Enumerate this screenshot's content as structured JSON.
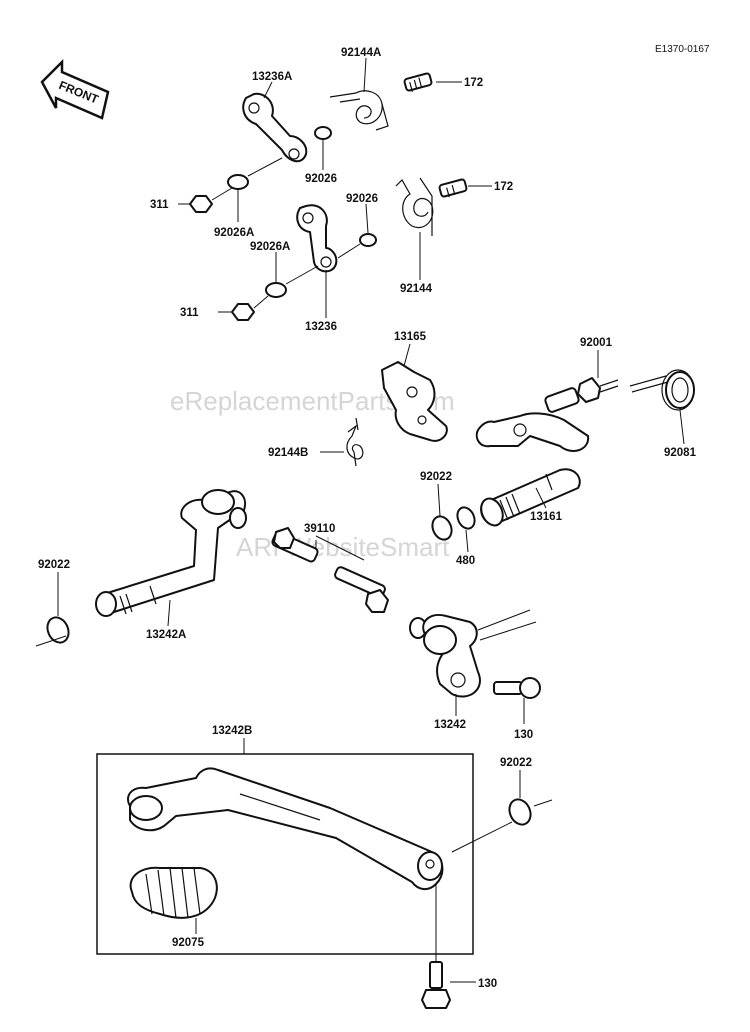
{
  "ref_code": "E1370-0167",
  "front_label": "FRONT",
  "watermarks": [
    "eReplacementParts.com",
    "ARI WebsiteSmart"
  ],
  "parts": {
    "p92144A": "92144A",
    "p172a": "172",
    "p13236A": "13236A",
    "p92026a": "92026",
    "p311a": "311",
    "p92026Aa": "92026A",
    "p172b": "172",
    "p92026b": "92026",
    "p92026Ab": "92026A",
    "p92144": "92144",
    "p311b": "311",
    "p13236": "13236",
    "p13165": "13165",
    "p92001": "92001",
    "p92081": "92081",
    "p92144B": "92144B",
    "p92022a": "92022",
    "p13161": "13161",
    "p480": "480",
    "p39110": "39110",
    "p92022b": "92022",
    "p13242A": "13242A",
    "p13242": "13242",
    "p130a": "130",
    "p13242B": "13242B",
    "p92022c": "92022",
    "p92075": "92075",
    "p130b": "130"
  }
}
